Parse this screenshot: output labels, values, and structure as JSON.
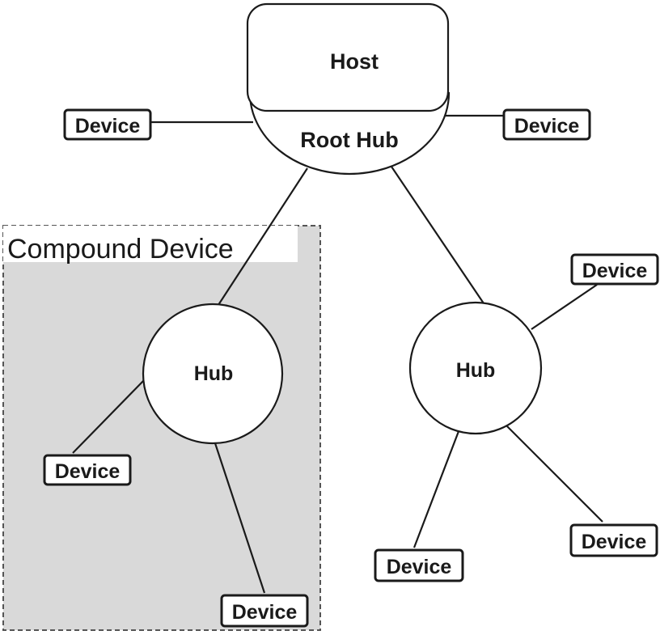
{
  "diagram": {
    "host_label": "Host",
    "root_hub_label": "Root Hub",
    "compound_label": "Compound Device",
    "hub_left_label": "Hub",
    "hub_right_label": "Hub",
    "device_label": "Device"
  },
  "colors": {
    "compound_fill": "#d9d9d9",
    "stroke": "#1a1a1a"
  }
}
